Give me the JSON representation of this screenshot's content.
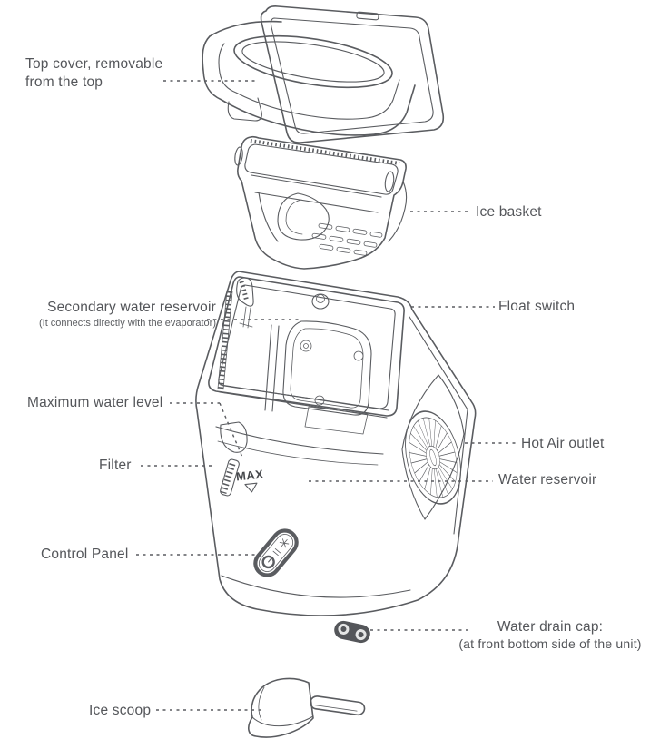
{
  "diagram": {
    "title_context": "Ice maker exploded parts diagram",
    "colors": {
      "line": "#5a5c60",
      "text": "#54565a",
      "background": "#ffffff"
    },
    "labels": {
      "top_cover": {
        "line1": "Top cover, removable",
        "line2": "from the top"
      },
      "ice_basket": "Ice basket",
      "secondary_reservoir": {
        "title": "Secondary water reservoir",
        "subtitle": "(It connects directly with the evaporator)"
      },
      "float_switch": "Float switch",
      "max_water_level": "Maximum water level",
      "hot_air_outlet": "Hot Air outlet",
      "filter": "Filter",
      "water_reservoir": "Water reservoir",
      "control_panel": "Control Panel",
      "water_drain_cap": {
        "line1": "Water drain cap:",
        "line2": "(at front bottom side of the unit)"
      },
      "ice_scoop": "Ice scoop",
      "max_marking": "MAX"
    }
  }
}
